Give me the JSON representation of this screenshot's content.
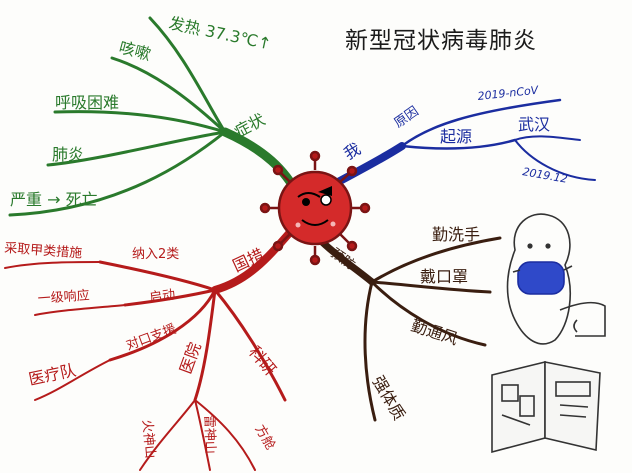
{
  "title": "新型冠状病毒肺炎",
  "center": {
    "label": ""
  },
  "branches": {
    "symptoms": {
      "label": "症状",
      "color": "#2a7a2c",
      "items": [
        "发热 37.3℃↑",
        "咳嗽",
        "呼吸困难",
        "肺炎",
        "严重 → 死亡"
      ]
    },
    "me": {
      "label": "我",
      "color": "#1b2da0",
      "cause": "原因",
      "cause_value": "2019-nCoV",
      "origin": "起源",
      "origin_place": "武汉",
      "origin_date": "2019.12"
    },
    "measures": {
      "label": "国措",
      "color": "#b51b1b",
      "first_level": "纳入2类",
      "first_level_detail": "采取甲类措施",
      "activate": "启动",
      "activate_detail": "一级响应",
      "support": "对口支援",
      "support_detail": "医疗队",
      "hospital": "医院",
      "hospital_children": [
        "火神山",
        "雷神山",
        "方舱"
      ],
      "research": "科研"
    },
    "prevention": {
      "label": "预防",
      "color": "#3a1e10",
      "items": [
        "勤洗手",
        "戴口罩",
        "勤通风",
        "强体质"
      ]
    }
  }
}
